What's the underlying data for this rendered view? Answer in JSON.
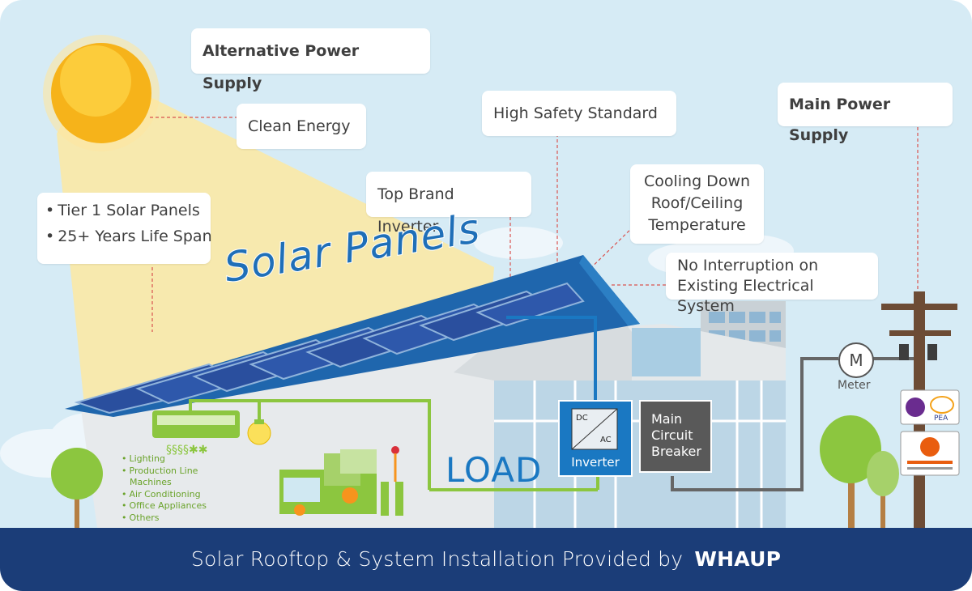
{
  "callouts": {
    "alternative_power": "Alternative Power Supply",
    "clean_energy": "Clean Energy",
    "high_safety": "High Safety Standard",
    "main_power": "Main Power Supply",
    "top_brand_inverter": "Top Brand Inverter",
    "cooling_down": [
      "Cooling Down",
      "Roof/Ceiling",
      "Temperature"
    ],
    "no_interruption": [
      "No Interruption on",
      "Existing Electrical System"
    ],
    "panel_features": [
      "Tier 1 Solar Panels",
      "25+ Years Life Span"
    ]
  },
  "solar_panels_title": "Solar Panels",
  "load_title": "LOAD",
  "load_list": [
    "Lighting",
    "Production Line",
    "Machines",
    "Air Conditioning",
    "Office Appliances",
    "Others"
  ],
  "inverter": {
    "label": "Inverter",
    "dc": "DC",
    "ac": "AC"
  },
  "breaker": {
    "label": [
      "Main",
      "Circuit",
      "Breaker"
    ]
  },
  "meter": {
    "symbol": "M",
    "label": "Meter"
  },
  "footer": {
    "text": "Solar Rooftop & System Installation Provided by",
    "brand": "WHAUP"
  },
  "colors": {
    "sky": "#d6ebf5",
    "footer": "#1b3d78",
    "inverter": "#1a78c2",
    "breaker": "#555555",
    "load_wire": "#8cc63f",
    "panel": "#2a4f9e"
  }
}
